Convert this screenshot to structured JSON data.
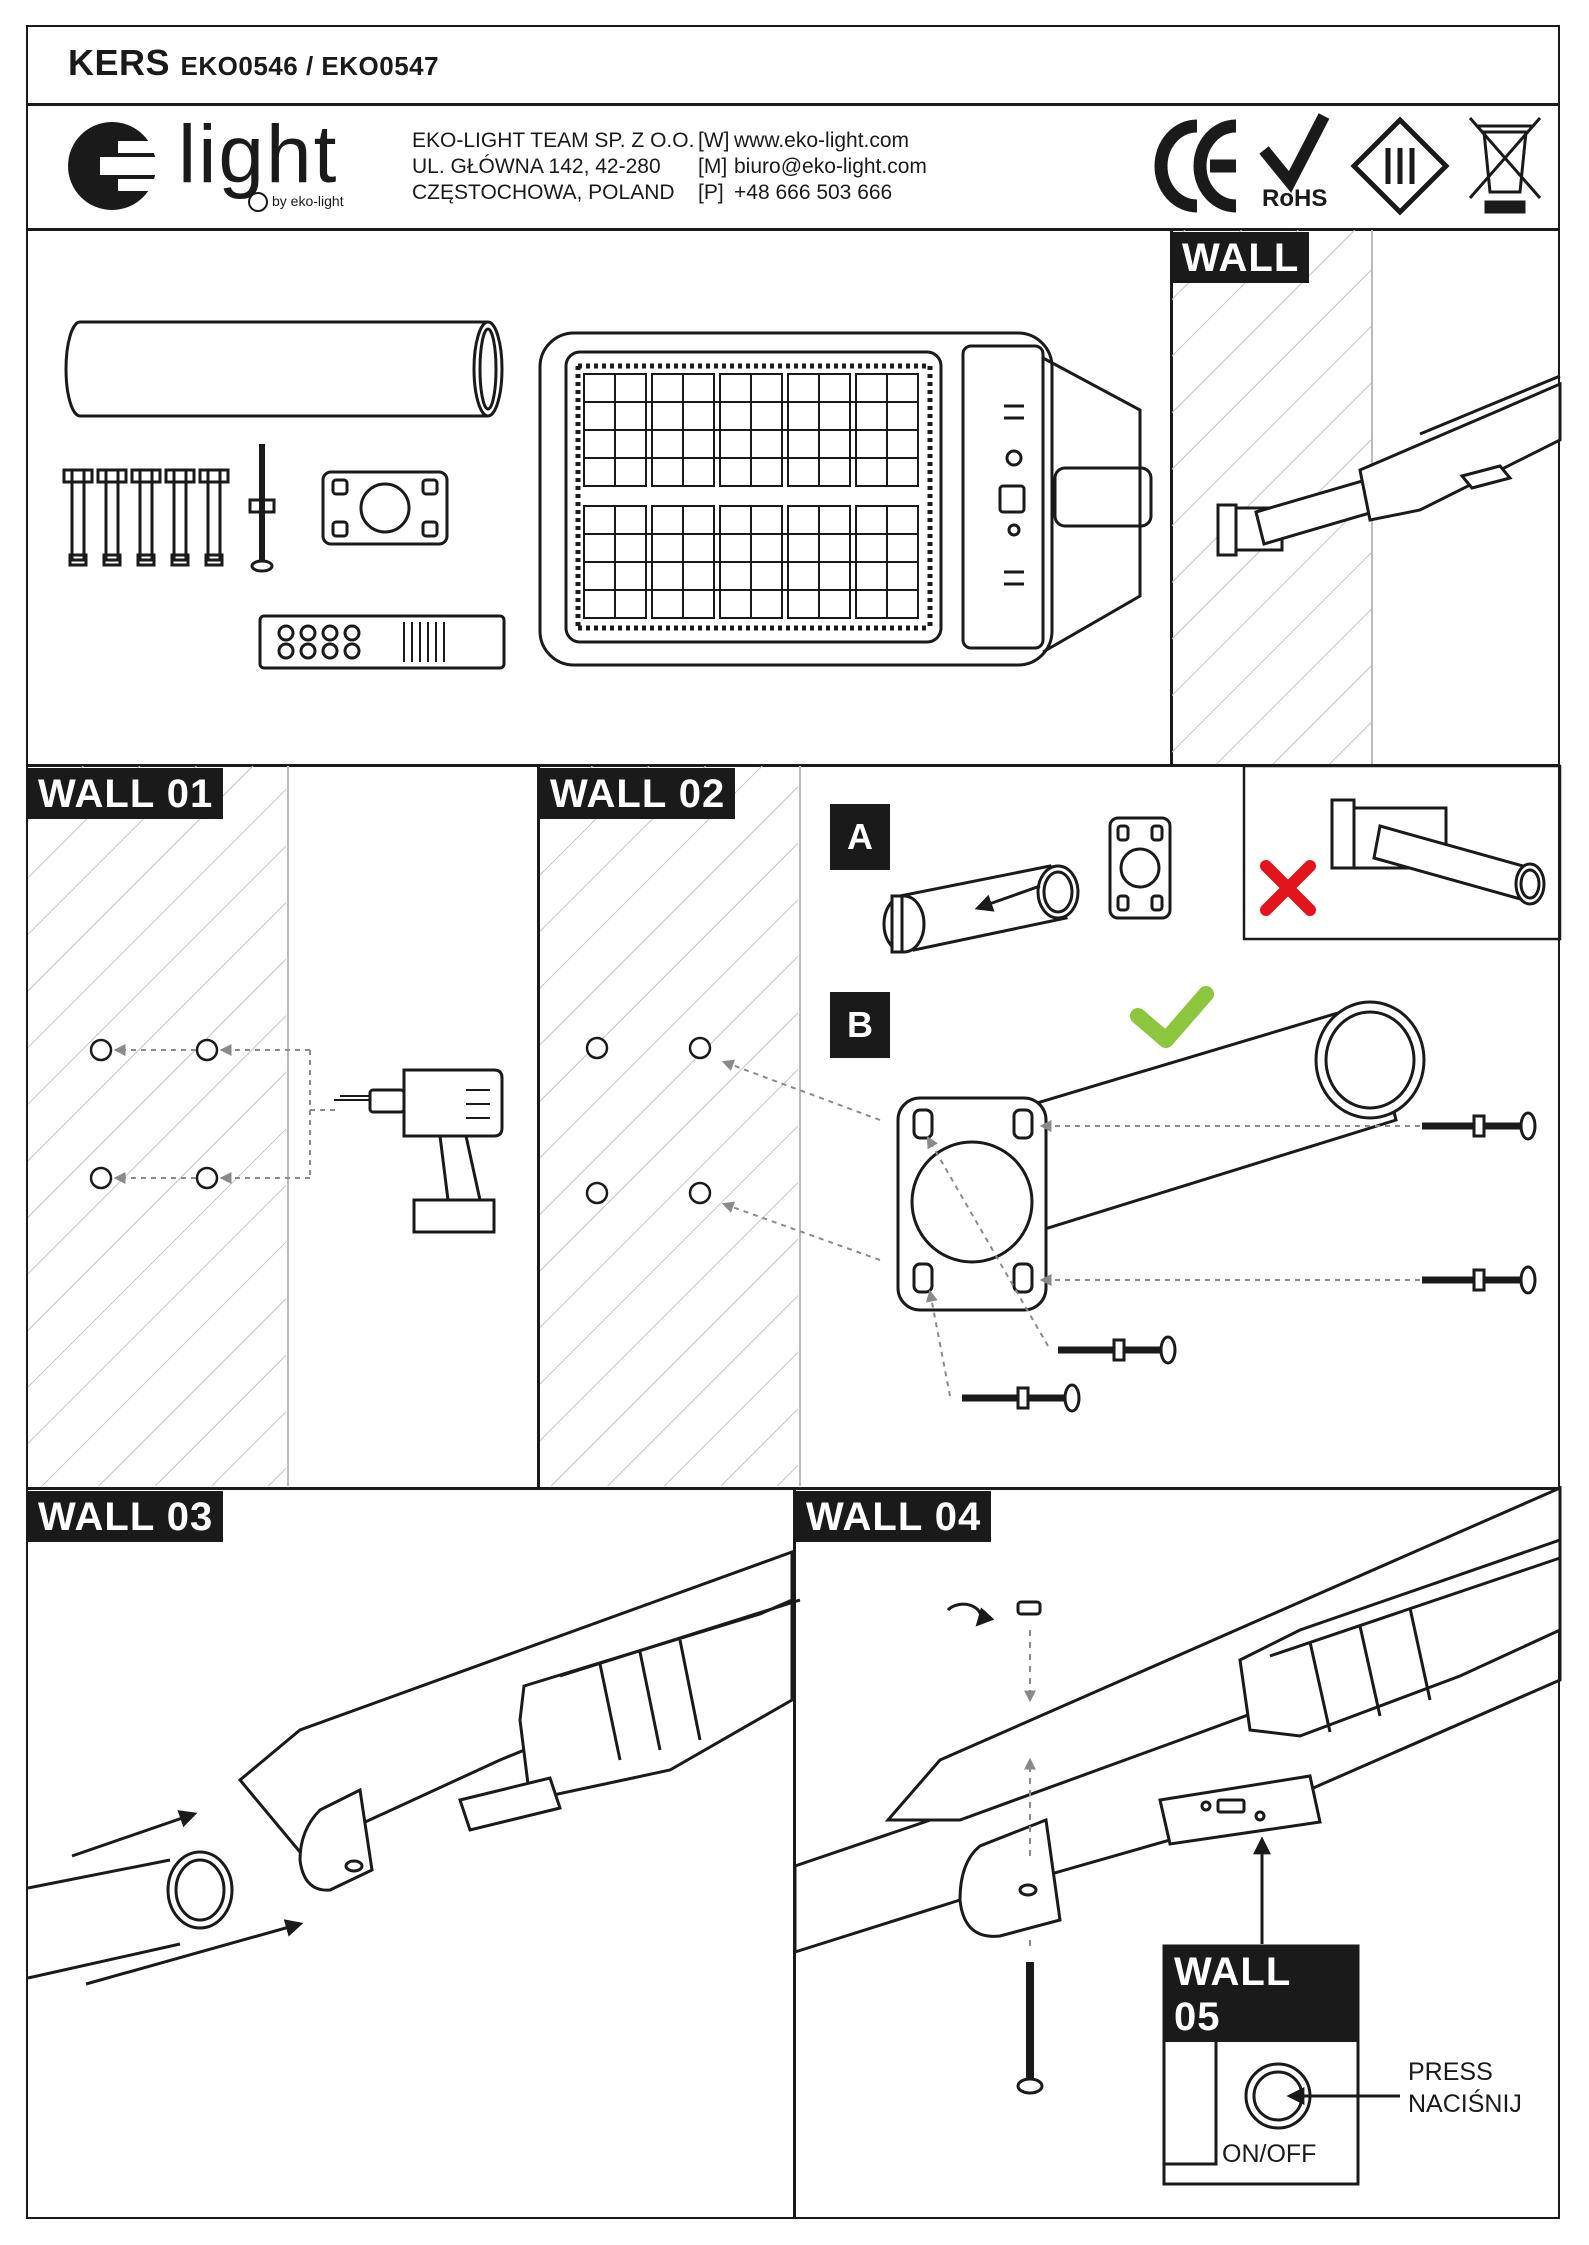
{
  "header": {
    "product": "KERS",
    "models": "EKO0546 / EKO0547"
  },
  "brand": {
    "logo_text": "light",
    "logo_sub": "by eko-light"
  },
  "company": {
    "line1": "EKO-LIGHT TEAM SP. Z O.O.",
    "line2": "UL. GŁÓWNA 142, 42-280",
    "line3": "CZĘSTOCHOWA, POLAND"
  },
  "contacts": [
    {
      "key": "[W]",
      "value": "www.eko-light.com"
    },
    {
      "key": "[M]",
      "value": "biuro@eko-light.com"
    },
    {
      "key": "[P]",
      "value": "+48 666 503 666"
    }
  ],
  "certifications": [
    "CE",
    "RoHS",
    "class-III-icon",
    "weee-bin-icon"
  ],
  "certs": {
    "rohs": "RoHS"
  },
  "sections": {
    "wall": "WALL",
    "wall01": "WALL 01",
    "wall02": "WALL 02",
    "step_a": "A",
    "step_b": "B",
    "wall03": "WALL 03",
    "wall04": "WALL 04",
    "wall05": "WALL 05"
  },
  "wall05": {
    "press_en": "PRESS",
    "press_pl": "NACIŚNIJ",
    "switch_label": "ON/OFF"
  },
  "colors": {
    "line": "#1a1a1a",
    "hatch": "#bdbdbd",
    "arrow_gray": "#8a8a8a",
    "check_green": "#8cc63f",
    "cross_red": "#e3141b"
  }
}
